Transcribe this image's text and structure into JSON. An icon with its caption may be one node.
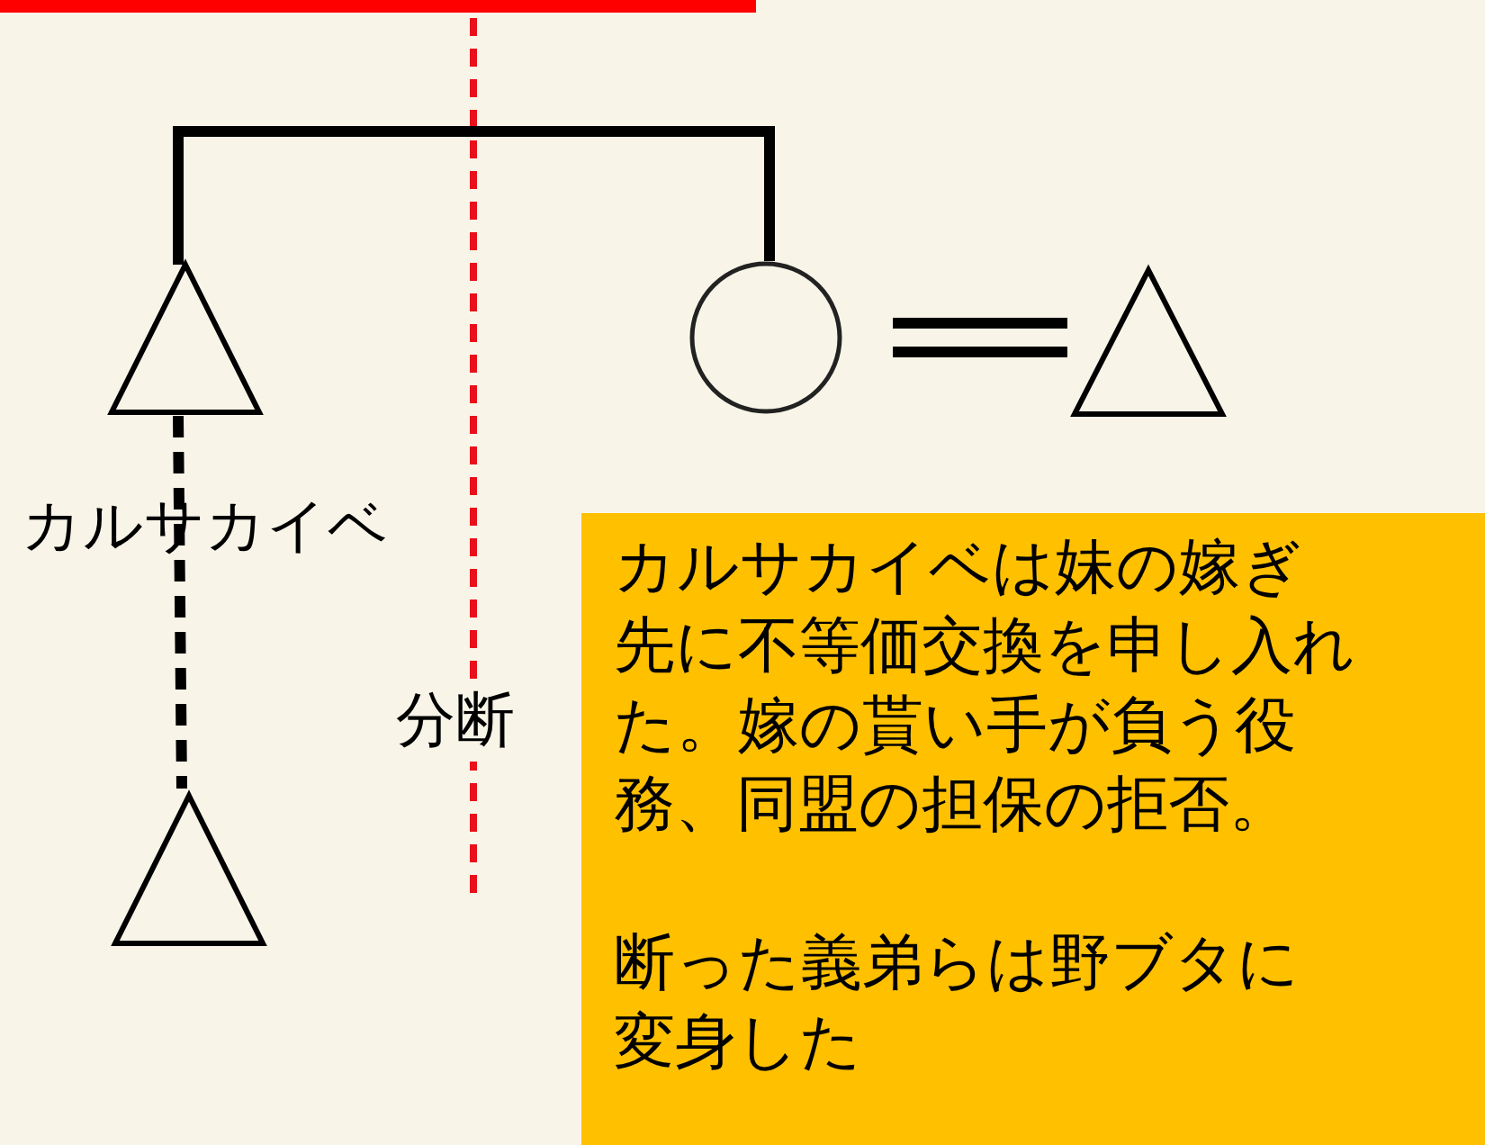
{
  "diagram": {
    "nodes": [
      {
        "text": [],
        "shape": "triangle",
        "beside": [
          "カルサカイベ"
        ]
      },
      {
        "text": [],
        "shape": "circle"
      },
      {
        "text": [],
        "shape": "triangle"
      },
      {
        "text": [],
        "shape": "triangle"
      },
      {
        "text": [
          "カルサカイベは妹の嫁ぎ先に不等価交換を申し入れた。嫁の貰い手が負う役務、同盟の担保の拒否。",
          "断った義弟らは野ブタに変身した"
        ]
      }
    ],
    "edges": [
      {
        "from": 0,
        "to": 1,
        "arrow": "none"
      },
      {
        "from": 1,
        "to": 2,
        "arrow": "none",
        "style": "thick"
      },
      {
        "from": 0,
        "to": 3,
        "arrow": "none",
        "style": "dashed"
      }
    ],
    "labels": [
      "分断"
    ]
  }
}
